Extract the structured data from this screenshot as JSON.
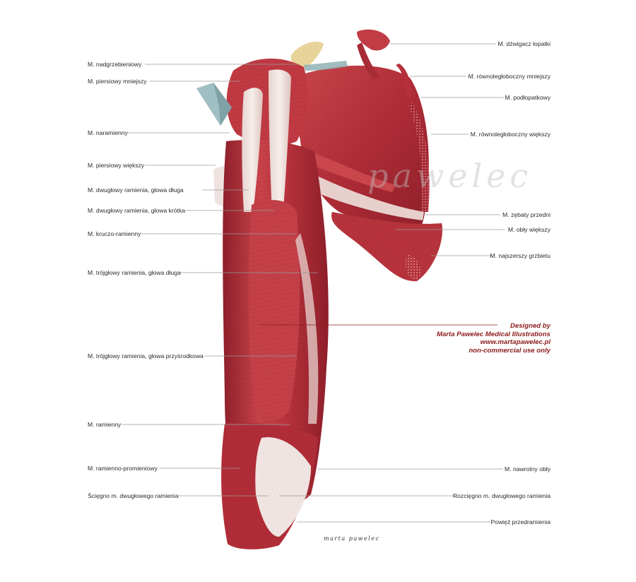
{
  "labels_left": [
    "M. nadgrzebieniowy",
    "M. piersiowy mniejszy",
    "M. naramienny",
    "M. piersiowy większy",
    "M. dwugłowy ramienia, głowa długa",
    "M. dwugłowy ramienia, głowa krótka",
    "M. kruczo-ramienny",
    "M. trójgłowy ramienia, głowa długa",
    "M. trójgłowy ramienia, głowa przyśrodkowa",
    "M. ramienny",
    "M. ramienno-promieniowy",
    "Ścięgno m. dwugłowego ramienia"
  ],
  "labels_right": [
    "M. dźwigacz łopatki",
    "M. równoległoboczny mniejszy",
    "M. podłopatkowy",
    "M. równoległoboczny większy",
    "M. zębaty przedni",
    "M. obły większy",
    "M. najszerszy grzbietu",
    "M. nawrotny obły",
    "Rozcięgno m. dwugłowego ramienia",
    "Powięź przedramienia"
  ],
  "credit": {
    "line1": "Designed by",
    "line2": "Marta Pawelec Medical Illustrations",
    "line3": "www.martapawelec.pl",
    "line4": "non-commercial use only"
  },
  "watermark": "pawelec",
  "signature": "marta pawelec",
  "colors": {
    "muscle": "#c0363f",
    "muscle_dark": "#8e1f2a",
    "muscle_light": "#d96b70",
    "tendon": "#efe3df",
    "bone": "#e8d49a",
    "cartilage": "#8fb1b4",
    "leader_line": "#9a9a9a",
    "credit": "#8b1a1a"
  }
}
